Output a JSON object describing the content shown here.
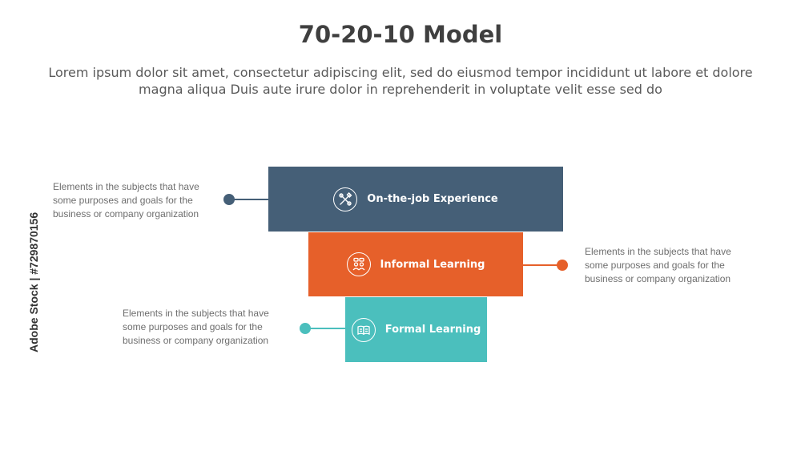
{
  "title": "70-20-10 Model",
  "subtitle": "Lorem ipsum dolor sit amet, consectetur adipiscing elit, sed do eiusmod tempor incididunt ut labore et dolore magna aliqua Duis aute irure dolor in reprehenderit in voluptate velit esse sed do",
  "levels": [
    {
      "label": "On-the-job Experience",
      "icon": "tools-icon",
      "color": "#455f77",
      "description": "Elements in the subjects that have some purposes and goals for the business or company organization"
    },
    {
      "label": "Informal Learning",
      "icon": "people-chat-icon",
      "color": "#e6602a",
      "description": "Elements in the subjects that have some purposes and goals for the business or company organization"
    },
    {
      "label": "Formal Learning",
      "icon": "book-icon",
      "color": "#4bbfbd",
      "description": "Elements in the subjects that have some purposes and goals for the business or company organization"
    }
  ],
  "watermark": {
    "side_text": "Adobe Stock | #729870156"
  }
}
